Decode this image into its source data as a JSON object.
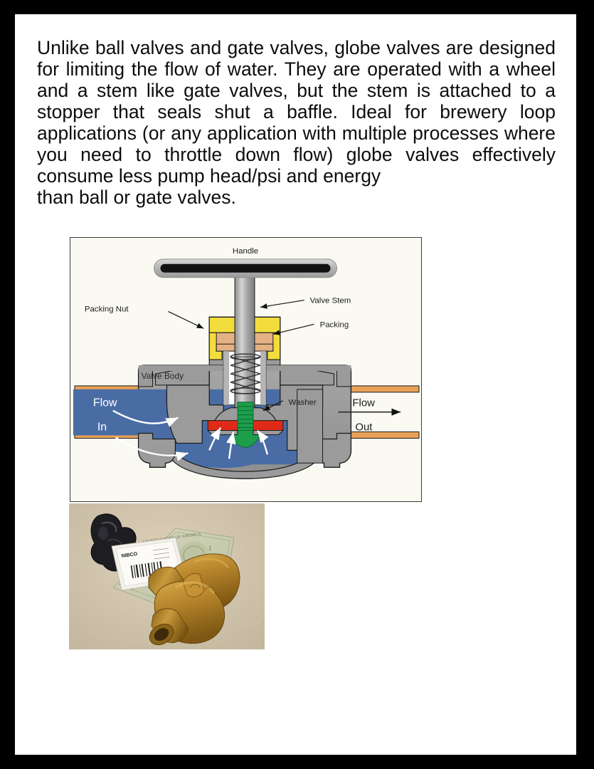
{
  "document": {
    "page_background": "#ffffff",
    "border_color": "#000000",
    "body_text": "Unlike ball valves and gate valves, globe valves are designed for limiting the flow of water. They are operated with a wheel and a stem like gate valves, but the stem is attached to a stopper that seals shut a baffle.  Ideal for brewery loop applications (or any application with multiple processes where you need to throttle down flow) globe valves effectively consume less pump head/psi and energy",
    "body_text_lastline": "than ball or gate valves."
  },
  "diagram": {
    "title": "globe-valve-cutaway-diagram",
    "background": "#fbfaf2",
    "border_color": "#3a3a3a",
    "labels": {
      "handle": "Handle",
      "valve_stem": "Valve Stem",
      "packing_nut": "Packing Nut",
      "packing": "Packing",
      "valve_body": "Valve Body",
      "washer": "Washer",
      "flow_in_line1": "Flow",
      "flow_in_line2": "In",
      "flow_out_line1": "Flow",
      "flow_out_line2": "Out"
    },
    "colors": {
      "body_gray": "#9b9b9b",
      "body_gray_dark": "#8a8a8a",
      "water_blue": "#4a6ca4",
      "pipe_orange": "#e8a257",
      "packing_nut_yellow": "#f2dd3c",
      "packing_tan": "#e3b183",
      "washer_red": "#e02a18",
      "stopper_green": "#1d9e4b",
      "handle_black": "#121212",
      "handle_gray": "#b9b9b9",
      "arrow_white": "#ffffff",
      "outline": "#1a1a1a"
    }
  },
  "photo": {
    "title": "brass-globe-valve-photograph",
    "description": "Brass globe valve body with black handle, NIBCO product tag and a one dollar bill resting on a beige patterned tablecloth",
    "tag_brand": "NIBCO",
    "colors": {
      "tablecloth": "#d3c7ae",
      "brass": "#b8862c",
      "brass_light": "#d7a849",
      "brass_dark": "#8a6318",
      "handle_black": "#1d1d22",
      "bill_green": "#cfd3b4",
      "tag_white": "#f2f0ea"
    }
  }
}
